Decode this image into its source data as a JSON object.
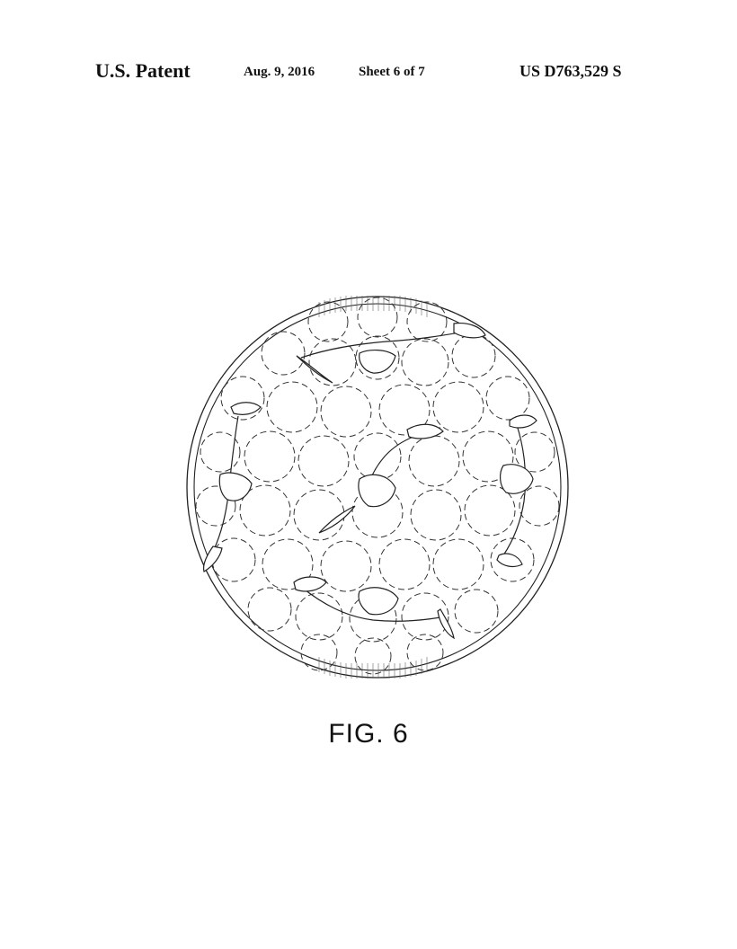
{
  "header": {
    "title": "U.S. Patent",
    "date": "Aug. 9, 2016",
    "sheet": "Sheet 6 of 7",
    "patent_number": "US D763,529 S"
  },
  "figure": {
    "label": "FIG. 6"
  }
}
